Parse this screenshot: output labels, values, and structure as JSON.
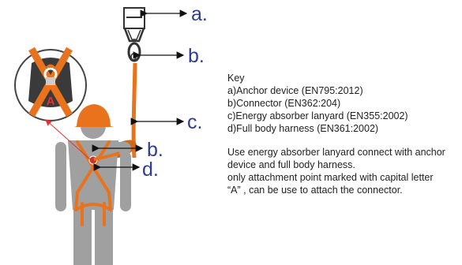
{
  "labels": {
    "a": "a.",
    "b_top": "b.",
    "c": "c.",
    "b_bottom": "b.",
    "d": "d.",
    "inset_mark": "A"
  },
  "legend": {
    "heading": "Key",
    "items": [
      "a)Anchor device (EN795:2012)",
      "b)Connector (EN362:204)",
      "c)Energy absorber lanyard (EN355:2002)",
      "d)Full body harness (EN361:2002)"
    ],
    "notes": [
      "Use energy absorber lanyard connect with anchor",
      "device and full body harness.",
      "only attachment point marked with capital letter",
      "“A” , can be use to attach the connector."
    ]
  },
  "colors": {
    "harness_orange": "#e8731c",
    "body_gray": "#a0a0a0",
    "label_blue": "#2f3d8f",
    "pointer_red": "#e83030"
  }
}
